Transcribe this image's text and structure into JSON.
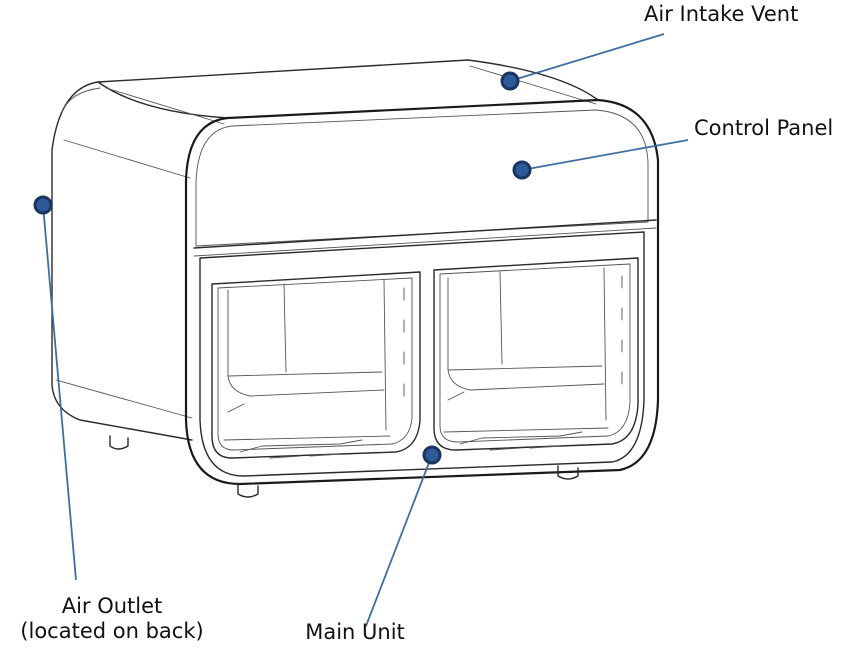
{
  "diagram": {
    "callouts": [
      {
        "id": "air-intake-vent",
        "text": [
          "Air Intake Vent"
        ]
      },
      {
        "id": "control-panel",
        "text": [
          "Control Panel"
        ]
      },
      {
        "id": "air-outlet",
        "text": [
          "Air Outlet",
          "(located on back)"
        ]
      },
      {
        "id": "main-unit",
        "text": [
          "Main Unit"
        ]
      }
    ],
    "colors": {
      "leader_line": "#3f6fa0",
      "marker_fill": "#2f5a9a",
      "marker_ring": "#1c3560",
      "outline": "#2a2a2a"
    }
  }
}
